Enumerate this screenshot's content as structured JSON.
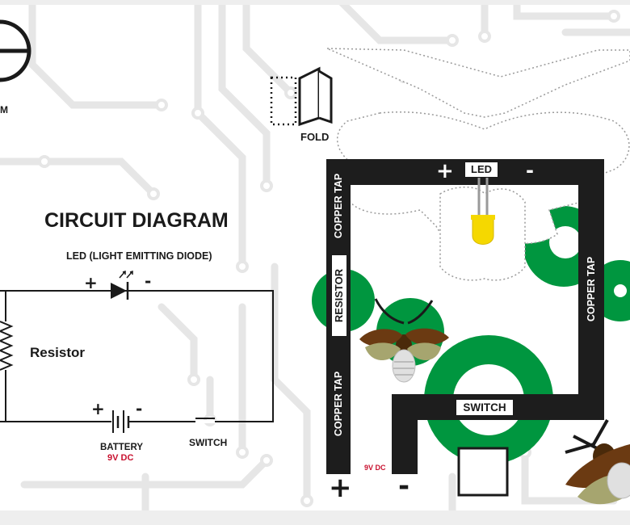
{
  "diagram": {
    "title": "CIRCUIT DIAGRAM",
    "led_caption": "LED (LIGHT EMITTING DIODE)",
    "led_plus": "+",
    "led_minus": "-",
    "resistor_label": "Resistor",
    "battery_label": "BATTERY",
    "battery_voltage": "9V DC",
    "battery_plus": "+",
    "battery_minus": "-",
    "switch_label": "SWITCH",
    "cm_label": "M"
  },
  "template": {
    "fold_label": "FOLD",
    "led_label": "LED",
    "led_plus": "+",
    "led_minus": "-",
    "copper_tap_left_top": "COPPER TAP",
    "copper_tap_left_bottom": "COPPER TAP",
    "copper_tap_right": "COPPER TAP",
    "resistor_label": "RESISTOR",
    "switch_label": "SWITCH",
    "voltage_label": "9V DC",
    "battery_plus": "+",
    "battery_minus": "-"
  },
  "colors": {
    "ink": "#1a1a1a",
    "copper_tape": "#1d1d1d",
    "pcb_green": "#00963f",
    "circuit_bg": "#e8e8e8",
    "led_yellow": "#f5d800",
    "firefly_body": "#6b3a12",
    "firefly_tail": "#a6a56f",
    "accent_red": "#c8102e"
  }
}
